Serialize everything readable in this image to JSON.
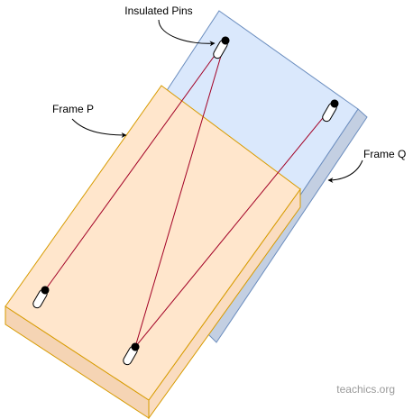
{
  "labels": {
    "insulated_pins": "Insulated Pins",
    "frame_p": "Frame P",
    "frame_q": "Frame Q",
    "watermark": "teachics.org"
  },
  "colors": {
    "frame_q_face": "#dae8fc",
    "frame_q_side": "#c3cfe2",
    "frame_q_stroke": "#6c8ebf",
    "frame_p_face": "#ffe6cc",
    "frame_p_side": "#f5d4b4",
    "frame_p_stroke": "#d79b00",
    "wire": "#a20025",
    "pin_head": "#000000",
    "pin_body": "#ffffff",
    "watermark": "#999999"
  }
}
